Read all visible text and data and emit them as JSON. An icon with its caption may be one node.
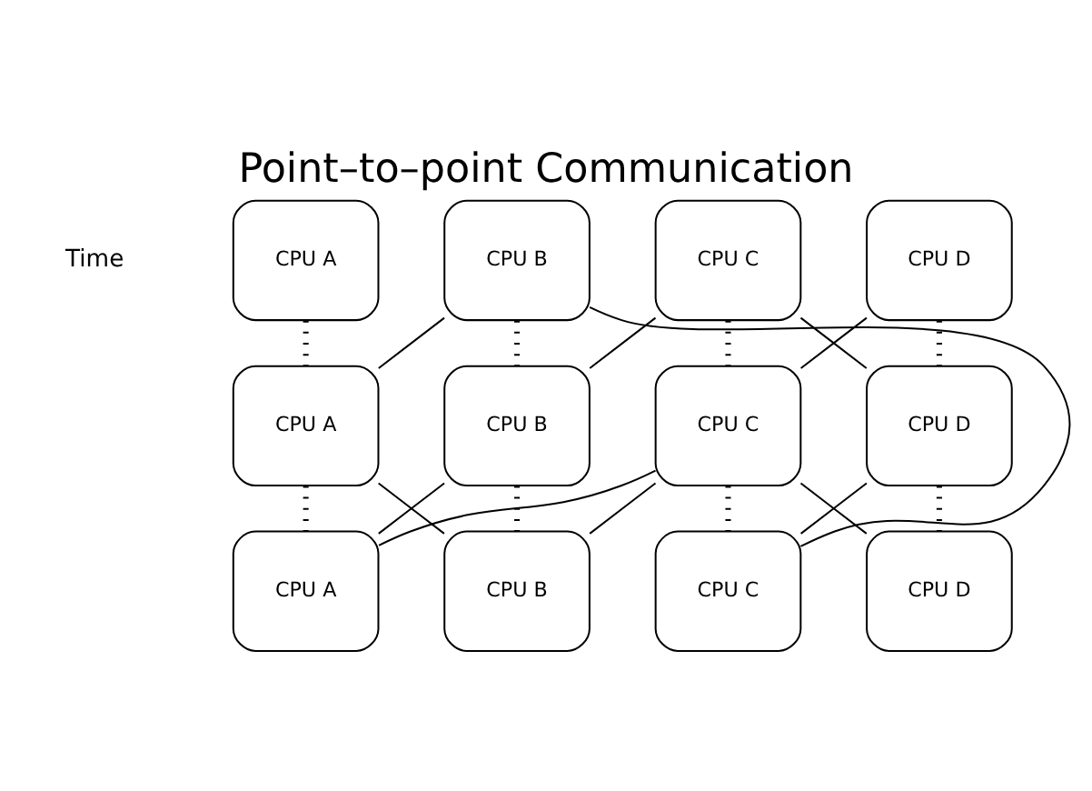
{
  "diagram": {
    "title": "Point–to–point Communication",
    "nodes": [
      {
        "text": [
          "CPU A"
        ]
      },
      {
        "text": [
          "CPU B"
        ]
      },
      {
        "text": [
          "CPU C"
        ]
      },
      {
        "text": [
          "CPU D"
        ]
      },
      {
        "text": [
          "CPU A"
        ]
      },
      {
        "text": [
          "CPU B"
        ]
      },
      {
        "text": [
          "CPU C"
        ]
      },
      {
        "text": [
          "CPU D"
        ]
      },
      {
        "text": [
          "CPU A"
        ]
      },
      {
        "text": [
          "CPU B"
        ]
      },
      {
        "text": [
          "CPU C"
        ]
      },
      {
        "text": [
          "CPU D"
        ]
      }
    ],
    "edges": [
      {
        "from": 0,
        "to": 4,
        "arrow": "none",
        "style": "dashed"
      },
      {
        "from": 4,
        "to": 8,
        "arrow": "none",
        "style": "dashed"
      },
      {
        "from": 1,
        "to": 5,
        "arrow": "none",
        "style": "dashed"
      },
      {
        "from": 5,
        "to": 9,
        "arrow": "none",
        "style": "dashed"
      },
      {
        "from": 2,
        "to": 6,
        "arrow": "none",
        "style": "dashed"
      },
      {
        "from": 6,
        "to": 10,
        "arrow": "none",
        "style": "dashed"
      },
      {
        "from": 3,
        "to": 7,
        "arrow": "none",
        "style": "dashed"
      },
      {
        "from": 7,
        "to": 11,
        "arrow": "none",
        "style": "dashed"
      },
      {
        "from": 4,
        "to": 1,
        "arrow": "none"
      },
      {
        "from": 5,
        "to": 2,
        "arrow": "none"
      },
      {
        "from": 1,
        "to": 10,
        "arrow": "none"
      },
      {
        "from": 4,
        "to": 9,
        "arrow": "none"
      },
      {
        "from": 8,
        "to": 5,
        "arrow": "none"
      },
      {
        "from": 8,
        "to": 6,
        "arrow": "none"
      },
      {
        "from": 9,
        "to": 6,
        "arrow": "none"
      },
      {
        "from": 2,
        "to": 7,
        "arrow": "none"
      },
      {
        "from": 6,
        "to": 3,
        "arrow": "none"
      },
      {
        "from": 6,
        "to": 11,
        "arrow": "none"
      },
      {
        "from": 10,
        "to": 7,
        "arrow": "none"
      }
    ],
    "labels": [
      "Time"
    ]
  }
}
